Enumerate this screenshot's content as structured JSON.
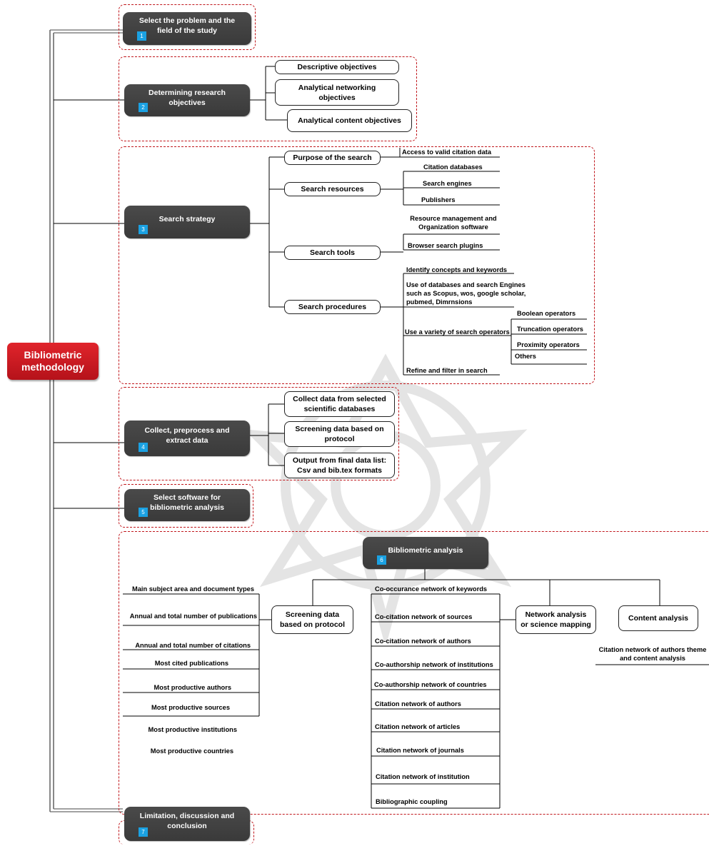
{
  "root": {
    "label": "Bibliometric methodology"
  },
  "steps": [
    {
      "label": "Select the problem and the field of the study",
      "num": "1"
    },
    {
      "label": "Determining research objectives",
      "num": "2"
    },
    {
      "label": "Search strategy",
      "num": "3"
    },
    {
      "label": "Collect, preprocess and extract data",
      "num": "4"
    },
    {
      "label": "Select software for bibliometric analysis",
      "num": "5"
    },
    {
      "label": "Bibliometric analysis",
      "num": "6"
    },
    {
      "label": "Limitation, discussion and conclusion",
      "num": "7"
    }
  ],
  "objectives": [
    "Descriptive objectives",
    "Analytical networking objectives",
    "Analytical content objectives"
  ],
  "search": {
    "purpose": {
      "label": "Purpose of the search",
      "items": [
        "Access to valid citation data"
      ]
    },
    "resources": {
      "label": "Search resources",
      "items": [
        "Citation databases",
        "Search engines",
        "Publishers"
      ]
    },
    "tools": {
      "label": "Search tools",
      "items": [
        "Resource management and Organization software",
        "Browser search plugins"
      ]
    },
    "procedures": {
      "label": "Search procedures",
      "items": [
        "Identify concepts and keywords",
        "Use of databases and search Engines such as Scopus, wos, google scholar, pubmed, Dimrnsions",
        "Use a variety of search operators",
        "Refine and filter in search"
      ],
      "operators": [
        "Boolean operators",
        "Truncation operators",
        "Proximity operators",
        "Others"
      ]
    }
  },
  "collect": [
    "Collect data from selected scientific databases",
    "Screening data based on protocol",
    "Output from final data list: Csv and bib.tex formats"
  ],
  "analysis": {
    "screening": {
      "label": "Screening data based on protocol",
      "items": [
        "Main subject area and document types",
        "Annual and total number of publications",
        "Annual and total number of citations",
        "Most cited publications",
        "Most productive authors",
        "Most productive sources",
        "Most productive institutions",
        "Most productive countries"
      ]
    },
    "network": {
      "label": "Network analysis or science mapping",
      "items": [
        "Co-occurance network of keywords",
        "Co-citation network of sources",
        "Co-citation network of authors",
        "Co-authorship network of institutions",
        "Co-authorship network of countries",
        "Citation network of authors",
        "Citation network of articles",
        "Citation network of journals",
        "Citation network of institution",
        "Bibliographic coupling"
      ]
    },
    "content": {
      "label": "Content analysis",
      "items": [
        "Citation network of authors theme and content analysis"
      ]
    }
  }
}
